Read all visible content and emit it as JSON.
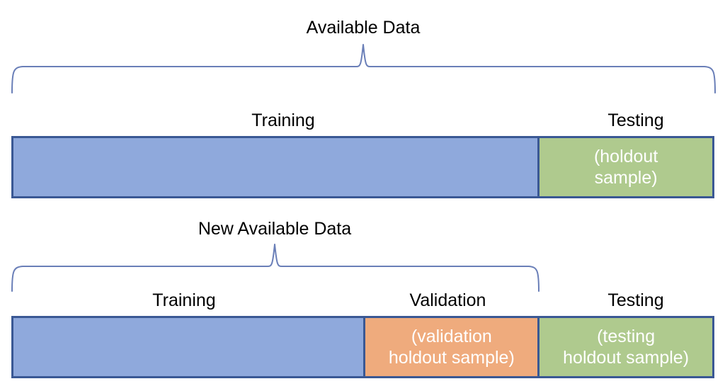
{
  "diagram": {
    "title_top": "Available Data",
    "title_bottom": "New Available Data",
    "colors": {
      "training": "#8FA9DC",
      "validation": "#EFAB7D",
      "testing": "#AFCA8E",
      "border": "#3A5894",
      "brace": "#6A7FB8",
      "text": "#000000",
      "segment_text": "#FFFFFF",
      "background": "#FFFFFF"
    },
    "row1": {
      "bracket_label": "Available Data",
      "segment_labels": [
        {
          "text": "Training",
          "center_x_pct": 38.6
        },
        {
          "text": "Testing",
          "center_x_pct": 87.7
        }
      ],
      "segments": [
        {
          "name": "training",
          "label": "",
          "color": "#8FA9DC",
          "width_pct": 75.0
        },
        {
          "name": "testing",
          "label": "(holdout\nsample)",
          "color": "#AFCA8E",
          "width_pct": 25.0
        }
      ]
    },
    "row2": {
      "bracket_label": "New Available Data",
      "segment_labels": [
        {
          "text": "Training",
          "center_x_pct": 24.0
        },
        {
          "text": "Validation",
          "center_x_pct": 61.6
        },
        {
          "text": "Testing",
          "center_x_pct": 87.7
        }
      ],
      "segments": [
        {
          "name": "training",
          "label": "",
          "color": "#8FA9DC",
          "width_pct": 50.1
        },
        {
          "name": "validation",
          "label": "(validation\nholdout sample)",
          "color": "#EFAB7D",
          "width_pct": 24.9
        },
        {
          "name": "testing",
          "label": "(testing\nholdout sample)",
          "color": "#AFCA8E",
          "width_pct": 25.0
        }
      ]
    }
  }
}
